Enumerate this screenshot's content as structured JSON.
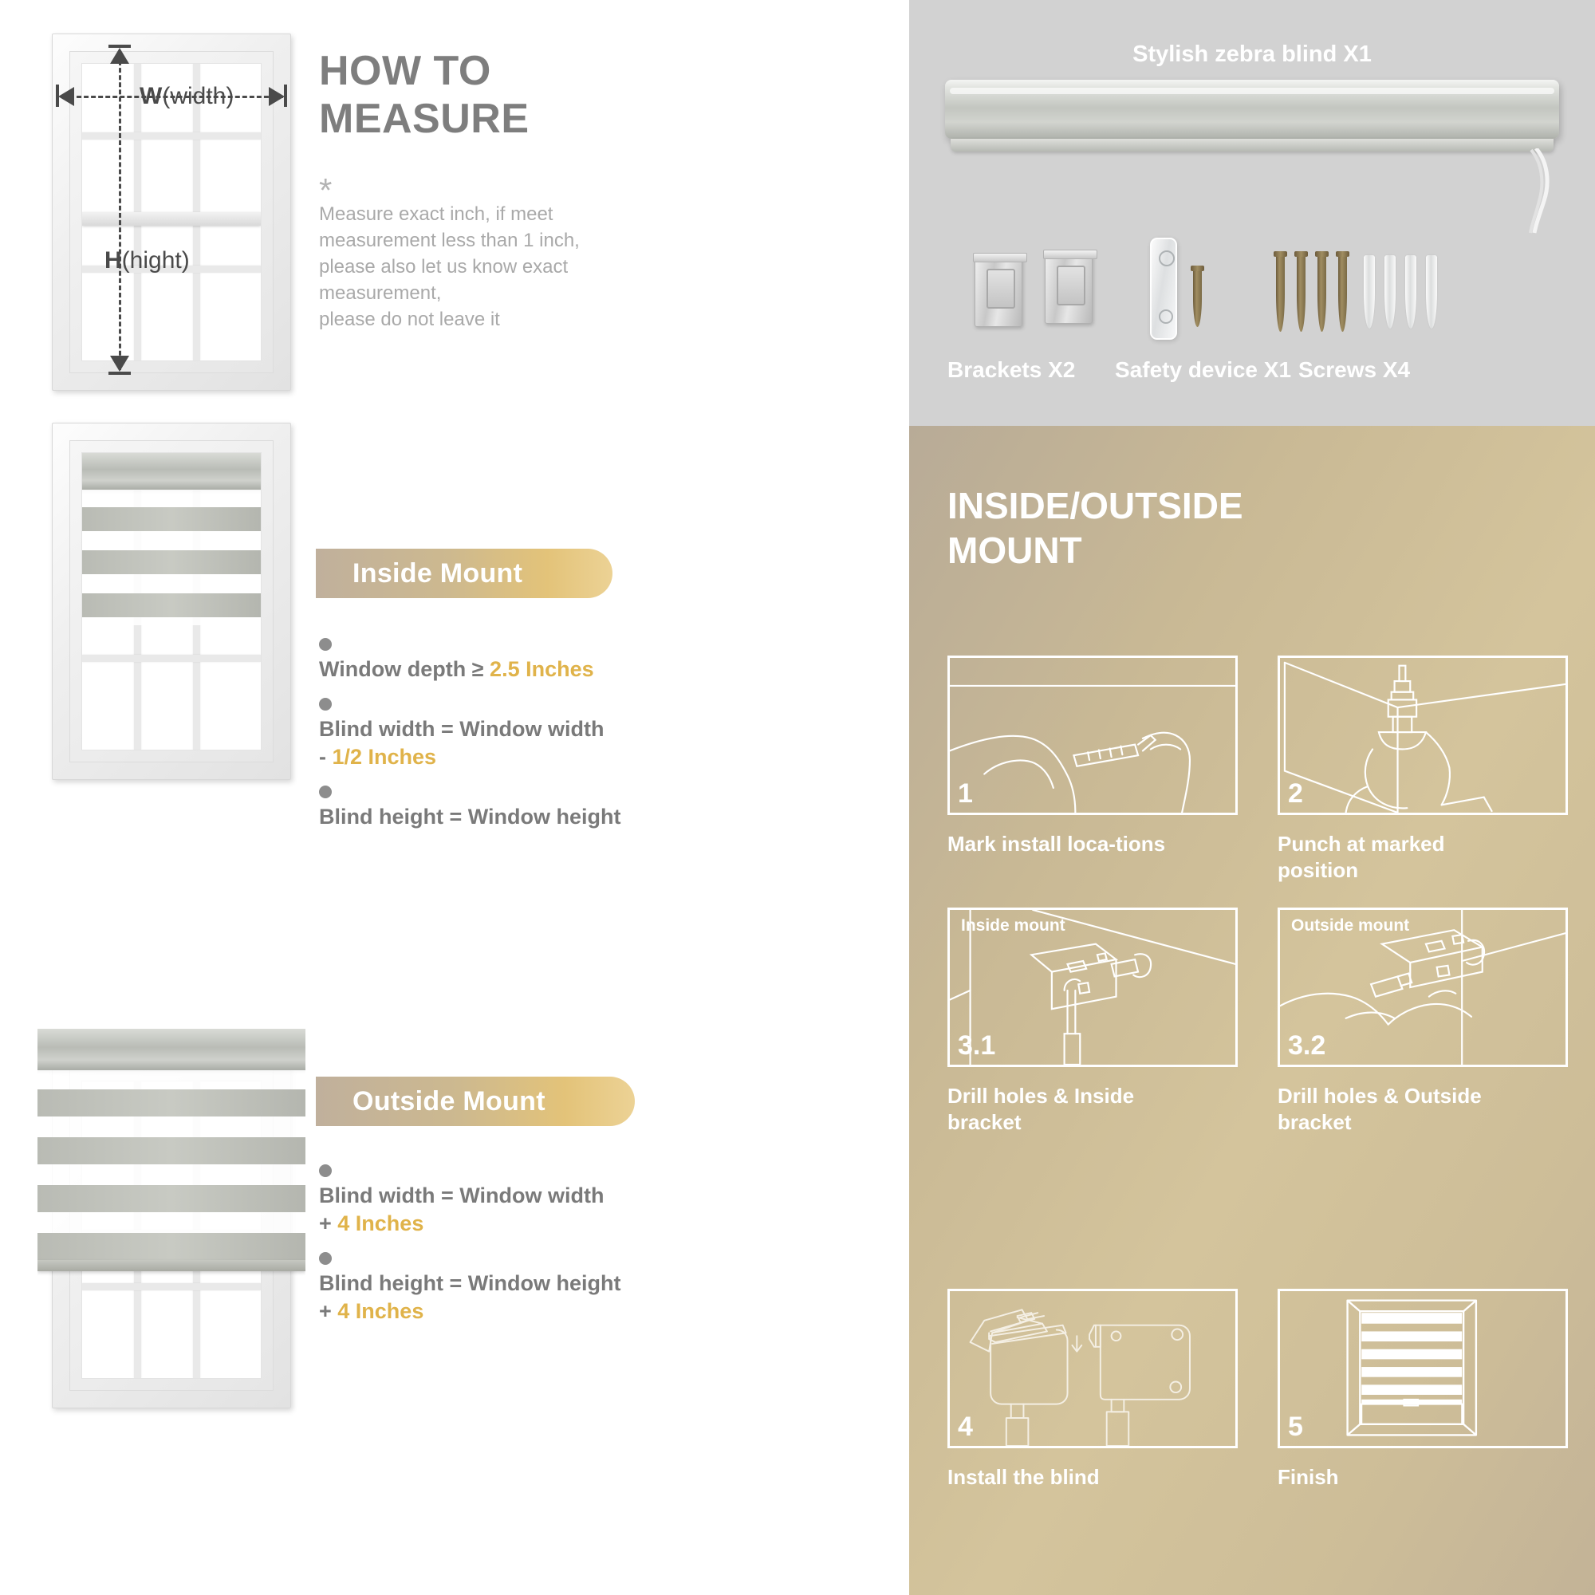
{
  "colors": {
    "gold_accent": "#e0b34a",
    "banner_gradient_start": "#c0b09c",
    "banner_gradient_end": "#ecd295",
    "parts_band_bg": "#d2d2d2",
    "mount_band_bg": "#cdbd98",
    "body_text": "#7a7a7a",
    "title_text": "#7e7e7e",
    "note_text": "#a9a9a9"
  },
  "left": {
    "howto": {
      "title": "HOW TO\nMEASURE",
      "title_line1": "HOW TO",
      "title_line2": "MEASURE",
      "star": "*",
      "note": "Measure exact inch, if meet measurement less than 1 inch, please also let us know exact measurement,\nplease do not leave it"
    },
    "window_diagram": {
      "width_label_letter": "W",
      "width_label_paren": "(width)",
      "height_label_letter": "H",
      "height_label_paren": "(hight)"
    },
    "inside_mount": {
      "banner": "Inside Mount",
      "bullets": [
        {
          "plain_a": "Window depth ≥ ",
          "accent": "2.5 Inches",
          "plain_b": ""
        },
        {
          "plain_a": "Blind width = Window width\n- ",
          "accent": "1/2 Inches",
          "plain_b": ""
        },
        {
          "plain_a": "Blind height = Window height",
          "accent": "",
          "plain_b": ""
        }
      ],
      "bullet1_plain": "Window depth ≥ ",
      "bullet1_accent": "2.5 Inches",
      "bullet2_plain": "Blind width = Window width",
      "bullet2_plain2": "- ",
      "bullet2_accent": "1/2 Inches",
      "bullet3_plain": "Blind height = Window height"
    },
    "outside_mount": {
      "banner": "Outside Mount",
      "bullet1_plain": "Blind width = Window width",
      "bullet1_plain2": "+ ",
      "bullet1_accent": "4 Inches",
      "bullet2_plain": "Blind height = Window height",
      "bullet2_plain2": "+ ",
      "bullet2_accent": "4 Inches"
    }
  },
  "right": {
    "parts": {
      "title": "Stylish zebra blind X1",
      "labels": [
        "Brackets X2",
        "Safety device X1",
        "Screws X4"
      ],
      "label_brackets": "Brackets X2",
      "label_safety": "Safety device X1",
      "label_screws": "Screws X4"
    },
    "mount": {
      "title_line1": "INSIDE/OUTSIDE",
      "title_line2": "MOUNT",
      "steps": [
        {
          "num": "1",
          "caption": "Mark install loca-tions",
          "sublabel": ""
        },
        {
          "num": "2",
          "caption": "Punch at marked position",
          "sublabel": ""
        },
        {
          "num": "3.1",
          "caption": "Drill holes & Inside bracket",
          "sublabel": "Inside mount"
        },
        {
          "num": "3.2",
          "caption": "Drill holes & Outside bracket",
          "sublabel": "Outside mount"
        },
        {
          "num": "4",
          "caption": "Install the blind",
          "sublabel": ""
        },
        {
          "num": "5",
          "caption": "Finish",
          "sublabel": ""
        }
      ]
    }
  }
}
